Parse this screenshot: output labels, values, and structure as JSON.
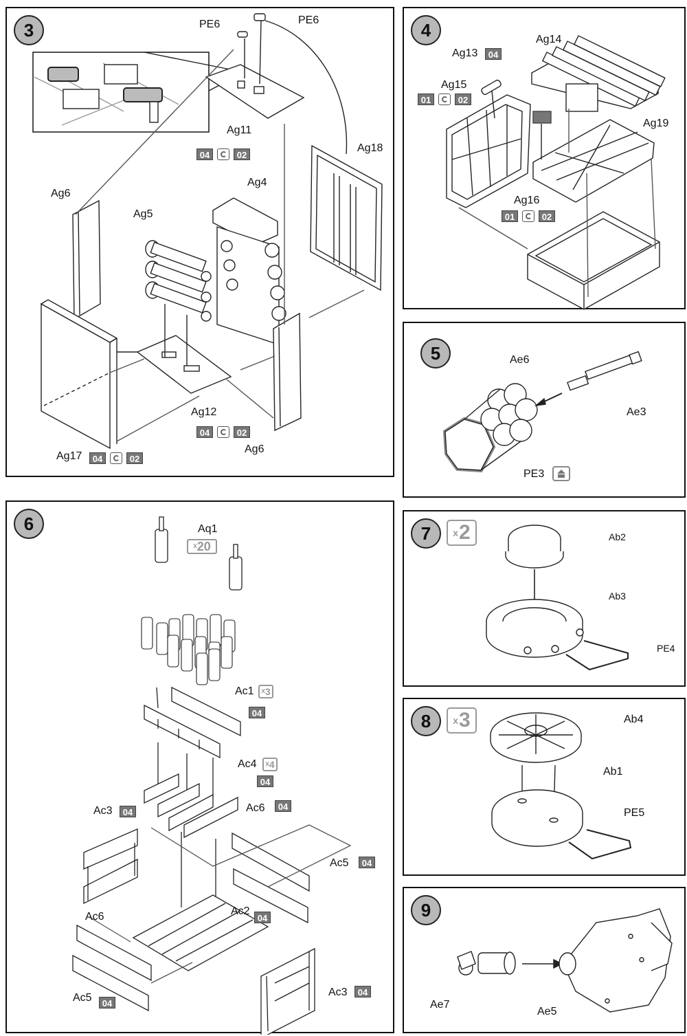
{
  "steps": [
    {
      "number": "3"
    },
    {
      "number": "4"
    },
    {
      "number": "5"
    },
    {
      "number": "6"
    },
    {
      "number": "7",
      "multiplier": "2"
    },
    {
      "number": "8",
      "multiplier": "3"
    },
    {
      "number": "9"
    }
  ],
  "multiplier_prefix": "x",
  "step3": {
    "labels": {
      "pe6_a": "PE6",
      "pe6_b": "PE6",
      "ag11": "Ag11",
      "ag18": "Ag18",
      "ag6_top": "Ag6",
      "ag4": "Ag4",
      "ag5": "Ag5",
      "ag12": "Ag12",
      "ag6_bottom": "Ag6",
      "ag17": "Ag17"
    },
    "badge_04": "04",
    "badge_02": "02"
  },
  "step4": {
    "labels": {
      "ag13": "Ag13",
      "ag14": "Ag14",
      "ag15": "Ag15",
      "ag19": "Ag19",
      "ag16": "Ag16"
    },
    "badge_01": "01",
    "badge_02": "02",
    "badge_04": "04"
  },
  "step5": {
    "labels": {
      "ae6": "Ae6",
      "ae3": "Ae3",
      "pe3": "PE3"
    }
  },
  "step6": {
    "labels": {
      "aq1": "Aq1",
      "ac1": "Ac1",
      "ac4": "Ac4",
      "ac3_top": "Ac3",
      "ac6_right": "Ac6",
      "ac5_right": "Ac5",
      "ac2": "Ac2",
      "ac6_left": "Ac6",
      "ac5_left": "Ac5",
      "ac3_bottom": "Ac3"
    },
    "count_aq1": "20",
    "count_ac1": "3",
    "count_ac4": "4",
    "count_prefix": "x",
    "badge_04": "04"
  },
  "step7": {
    "labels": {
      "ab2": "Ab2",
      "ab3": "Ab3",
      "pe4": "PE4"
    }
  },
  "step8": {
    "labels": {
      "ab4": "Ab4",
      "ab1": "Ab1",
      "pe5": "PE5"
    }
  },
  "step9": {
    "labels": {
      "ae7": "Ae7",
      "ae5": "Ae5"
    }
  }
}
